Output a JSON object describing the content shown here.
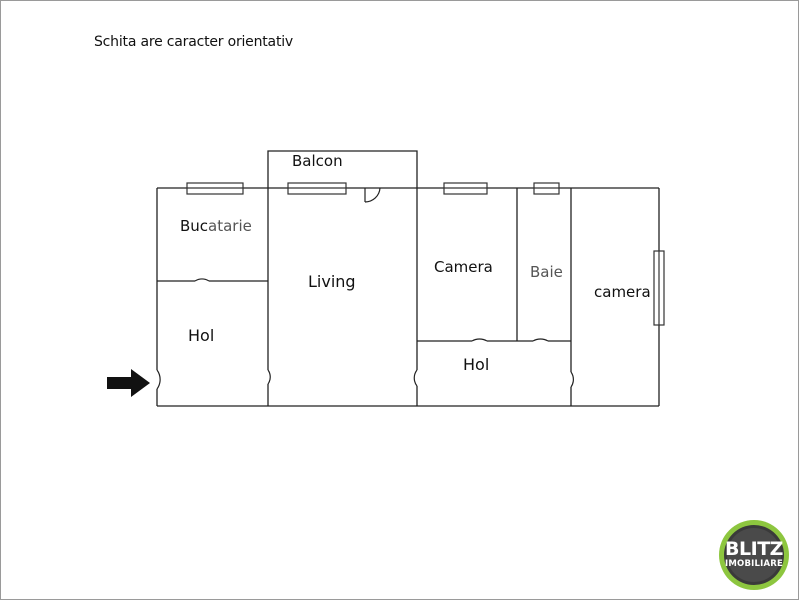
{
  "note": "Schita are caracter orientativ",
  "rooms": {
    "balcon": "Balcon",
    "bucatarie_a": "Buc",
    "bucatarie_b": "atarie",
    "living": "Living",
    "camera1": "Camera",
    "baie": "Baie",
    "camera2": "camera",
    "hol1": "Hol",
    "hol2": "Hol"
  },
  "logo": {
    "top": "BLITZ",
    "bottom": "IMOBILIARE",
    "ring_color": "#8dc63f"
  },
  "colors": {
    "wall": "#222222",
    "window": "#333333",
    "entrance_arrow": "#111111"
  }
}
